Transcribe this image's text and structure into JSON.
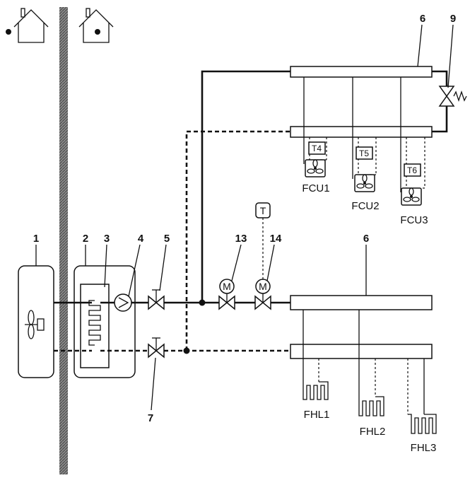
{
  "callouts": {
    "c1": "1",
    "c2": "2",
    "c3": "3",
    "c4": "4",
    "c5": "5",
    "c6_top": "6",
    "c6_bottom": "6",
    "c7": "7",
    "c9": "9",
    "c13": "13",
    "c14": "14"
  },
  "fan_coil_units": [
    "FCU1",
    "FCU2",
    "FCU3"
  ],
  "fcu_sensors": [
    "T4",
    "T5",
    "T6"
  ],
  "floor_heating_loops": [
    "FHL1",
    "FHL2",
    "FHL3"
  ],
  "thermostat": "T",
  "motor_valve_label": "M"
}
